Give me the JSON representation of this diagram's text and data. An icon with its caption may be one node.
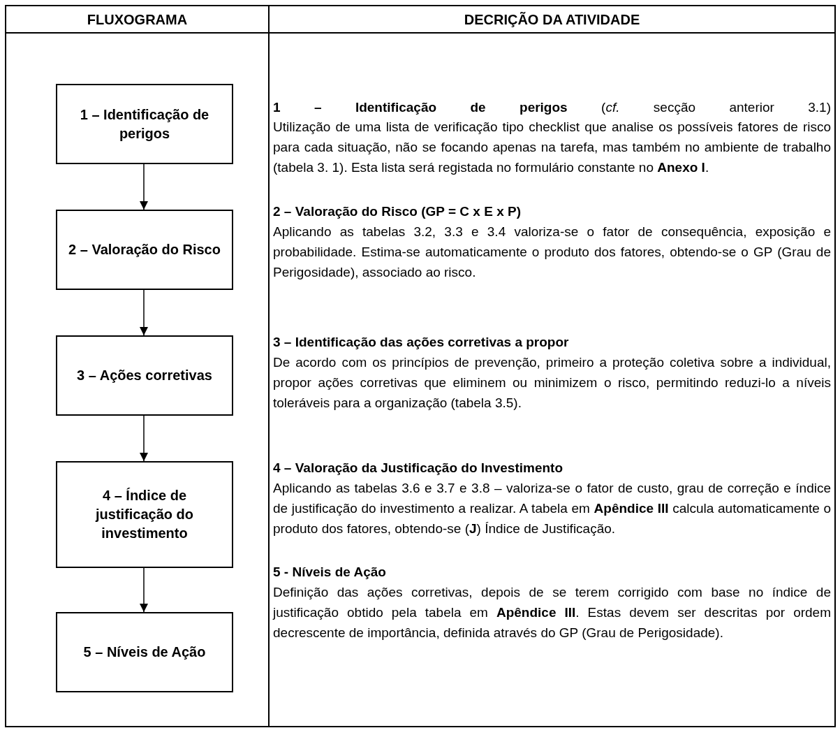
{
  "diagram": {
    "nodes": [
      {
        "text": [
          "1 – Identificação de perigos"
        ]
      },
      {
        "text": [
          "2 – Valoração do Risco"
        ]
      },
      {
        "text": [
          "3 – Ações corretivas"
        ]
      },
      {
        "text": [
          "4 – Índice de justificação do investimento"
        ]
      },
      {
        "text": [
          "5 – Níveis de Ação"
        ]
      }
    ],
    "edges": [
      {
        "from": 0,
        "to": 1,
        "arrow": "to"
      },
      {
        "from": 1,
        "to": 2,
        "arrow": "to"
      },
      {
        "from": 2,
        "to": 3,
        "arrow": "to"
      },
      {
        "from": 3,
        "to": 4,
        "arrow": "to"
      }
    ],
    "labels": [
      "FLUXOGRAMA",
      "DECRIÇÃO DA ATIVIDADE",
      "**1 – Identificação de perigos** (*cf.* secção anterior 3.1)",
      "Utilização de uma lista de verificação tipo checklist que analise os possíveis fatores de risco para cada situação, não se focando apenas na tarefa, mas também no ambiente de trabalho (tabela 3. 1). Esta lista será registada no formulário constante no **Anexo I**.",
      "2 – Valoração do Risco (GP = C x E x P)",
      "Aplicando as tabelas 3.2, 3.3 e 3.4 valoriza-se o fator de consequência, exposição e probabilidade. Estima-se automaticamente o produto dos fatores, obtendo-se o GP (Grau de Perigosidade), associado ao risco.",
      "3 – Identificação das ações corretivas a propor",
      "De acordo com os princípios de prevenção, primeiro a proteção coletiva sobre a individual, propor ações corretivas que eliminem ou minimizem o risco, permitindo reduzi-lo a níveis toleráveis para a organização (tabela 3.5).",
      "4 – Valoração da Justificação do Investimento",
      "Aplicando as tabelas 3.6 e 3.7 e 3.8 – valoriza-se o fator de custo, grau de correção e índice de justificação do investimento a realizar. A tabela em **Apêndice III** calcula automaticamente o produto dos fatores, obtendo-se (**J**) Índice de Justificação.",
      "5 - Níveis de Ação",
      "Definição das ações corretivas, depois de se terem corrigido com base no índice de justificação obtido pela tabela em **Apêndice III**. Estas devem ser descritas por ordem decrescente de importância, definida através do GP (Grau de Perigosidade)."
    ]
  }
}
